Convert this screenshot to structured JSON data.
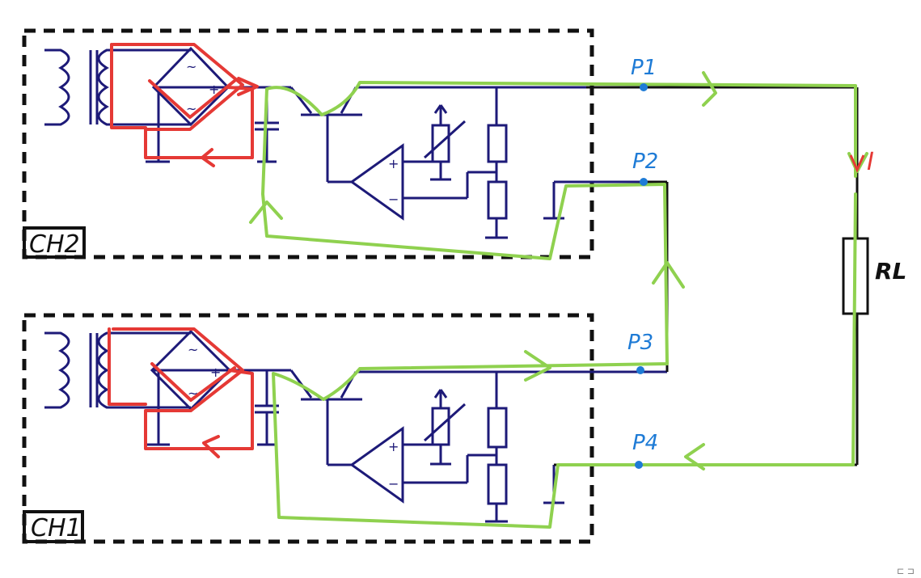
{
  "channels": [
    {
      "label": "CH2"
    },
    {
      "label": "CH1"
    }
  ],
  "probes": [
    {
      "label": "P1"
    },
    {
      "label": "P2"
    },
    {
      "label": "P3"
    },
    {
      "label": "P4"
    }
  ],
  "load": {
    "label": "RL"
  },
  "current": {
    "label": "I"
  },
  "colors": {
    "circuit": "#1d1a78",
    "box_border": "#111111",
    "secondary_loop": "#e53935",
    "output_loop": "#8fd14f",
    "probe_point": "#1e7bd6",
    "load_wire": "#111111"
  }
}
